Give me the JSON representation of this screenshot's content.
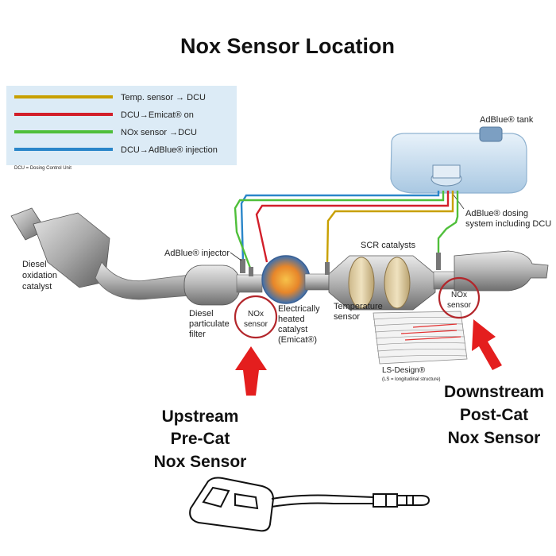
{
  "title": "Nox Sensor Location",
  "legend": {
    "items": [
      {
        "label": "Temp. sensor → DCU",
        "color": "#c8a000"
      },
      {
        "label": "DCU→Emicat® on",
        "color": "#d21f2a"
      },
      {
        "label": "NOx sensor →DCU",
        "color": "#4fbf3a"
      },
      {
        "label": "DCU→AdBlue® injection",
        "color": "#2a86c9"
      }
    ],
    "footnote": "DCU = Dosing Control Unit"
  },
  "components": {
    "adblue_tank": "AdBlue® tank",
    "dosing_line1": "AdBlue® dosing",
    "dosing_line2": "system including DCU",
    "doc_line1": "Diesel",
    "doc_line2": "oxidation",
    "doc_line3": "catalyst",
    "injector": "AdBlue® injector",
    "scr": "SCR catalysts",
    "dpf_line1": "Diesel",
    "dpf_line2": "particulate",
    "dpf_line3": "filter",
    "nox_up_line1": "NOx",
    "nox_up_line2": "sensor",
    "nox_down_line1": "NOx",
    "nox_down_line2": "sensor",
    "emicat_line1": "Electrically",
    "emicat_line2": "heated",
    "emicat_line3": "catalyst",
    "emicat_line4": "(Emicat®)",
    "temp_line1": "Temperature",
    "temp_line2": "sensor",
    "ls_design": "LS-Design®",
    "ls_design_sub": "(LS = longitudinal structure)"
  },
  "callouts": {
    "upstream": [
      "Upstream",
      "Pre-Cat",
      "Nox Sensor"
    ],
    "downstream": [
      "Downstream",
      "Post-Cat",
      "Nox Sensor"
    ]
  },
  "colors": {
    "arrow": "#e41e1e",
    "circle": "#b3262b",
    "legend_bg": "#dcebf6",
    "tank": "#c9dff0"
  }
}
